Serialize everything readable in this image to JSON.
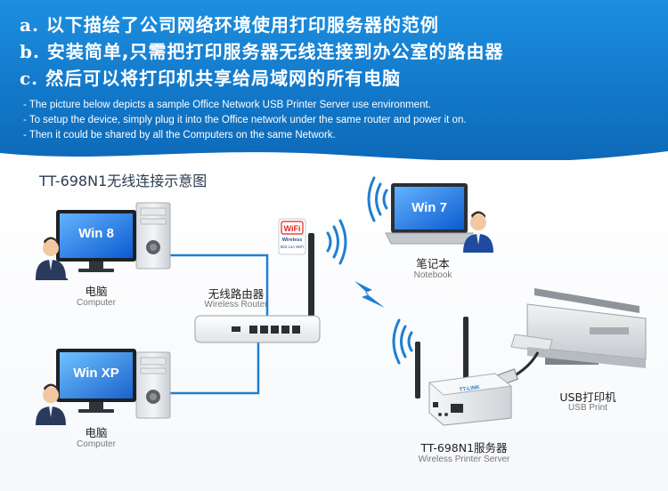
{
  "header": {
    "lines": [
      {
        "prefix": "a.",
        "text": "以下描绘了公司网络环境使用打印服务器的范例"
      },
      {
        "prefix": "b.",
        "text": "安装简单,只需把打印服务器无线连接到办公室的路由器"
      },
      {
        "prefix": "c.",
        "text": "然后可以将打印机共享给局域网的所有电脑"
      }
    ],
    "descriptions": [
      "- The picture below depicts a sample Office Network USB Printer Server use environment.",
      "- To setup the device, simply plug it into the Office network under the same router and power it on.",
      "- Then it could be shared by all the Computers on the same Network."
    ]
  },
  "diagram": {
    "title": "TT-698N1无线连接示意图",
    "computer1": {
      "screen_label": "Win 8",
      "label_cn": "电脑",
      "label_en": "Computer"
    },
    "computer2": {
      "screen_label": "Win XP",
      "label_cn": "电脑",
      "label_en": "Computer"
    },
    "router": {
      "label_cn": "无线路由器",
      "label_en": "Wireless Router"
    },
    "wifi_badge": {
      "logo": "WiFi",
      "line1": "Wireless",
      "line2": "802.11n WiFi"
    },
    "notebook": {
      "screen_label": "Win 7",
      "label_cn": "笔记本",
      "label_en": "Notebook"
    },
    "printer": {
      "label_cn": "USB打印机",
      "label_en": "USB Print"
    },
    "server": {
      "brand": "TT-LINK",
      "label_cn": "TT-698N1服务器",
      "label_en": "Wireless Printer Server"
    },
    "colors": {
      "header_blue": "#1278c9",
      "cable_blue": "#1f7fd0",
      "accent_orange": "#e06a12"
    }
  }
}
